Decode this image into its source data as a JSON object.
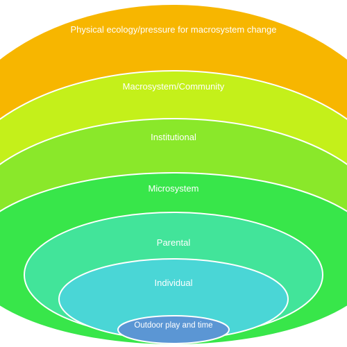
{
  "diagram": {
    "type": "nested-ellipses",
    "layers": [
      {
        "label": "Physical ecology/pressure for macrosystem change",
        "color": "#f7b600"
      },
      {
        "label": "Macrosystem/Community",
        "color": "#c4f01a"
      },
      {
        "label": "Institutional",
        "color": "#8ae82a"
      },
      {
        "label": "Microsystem",
        "color": "#38e64a"
      },
      {
        "label": "Parental",
        "color": "#42e49a"
      },
      {
        "label": "Individual",
        "color": "#4ad6d6"
      },
      {
        "label": "Outdoor play and time",
        "color": "#5b96d4"
      }
    ]
  }
}
